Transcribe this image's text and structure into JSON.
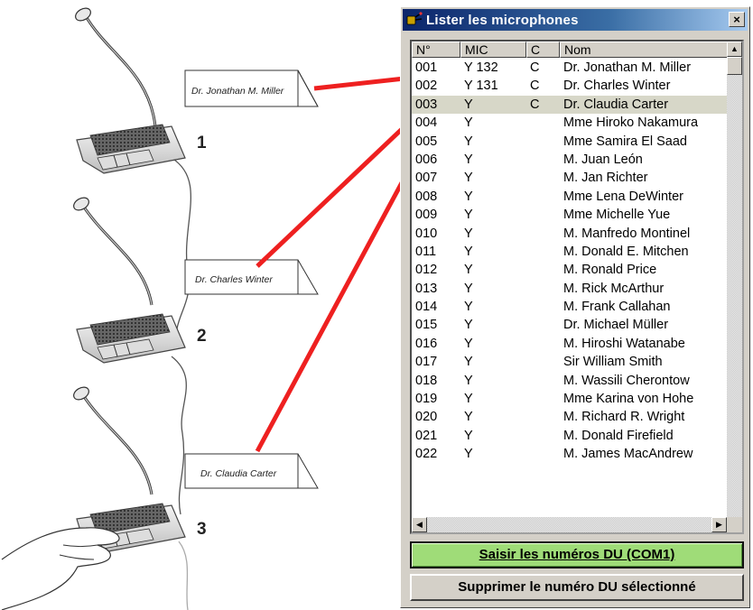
{
  "window": {
    "title": "Lister les microphones",
    "close_label": "×"
  },
  "list": {
    "headers": {
      "no": "N°",
      "mic": "MIC",
      "c": "C",
      "nom": "Nom"
    },
    "selected_index": 2,
    "rows": [
      {
        "no": "001",
        "mic": "Y  132",
        "c": "C",
        "nom": "Dr. Jonathan M. Miller"
      },
      {
        "no": "002",
        "mic": "Y  131",
        "c": "C",
        "nom": "Dr. Charles Winter"
      },
      {
        "no": "003",
        "mic": "Y",
        "c": "C",
        "nom": "Dr. Claudia Carter"
      },
      {
        "no": "004",
        "mic": "Y",
        "c": "",
        "nom": "Mme Hiroko Nakamura"
      },
      {
        "no": "005",
        "mic": "Y",
        "c": "",
        "nom": "Mme Samira El Saad"
      },
      {
        "no": "006",
        "mic": "Y",
        "c": "",
        "nom": "M. Juan León"
      },
      {
        "no": "007",
        "mic": "Y",
        "c": "",
        "nom": "M. Jan Richter"
      },
      {
        "no": "008",
        "mic": "Y",
        "c": "",
        "nom": "Mme Lena DeWinter"
      },
      {
        "no": "009",
        "mic": "Y",
        "c": "",
        "nom": "Mme Michelle Yue"
      },
      {
        "no": "010",
        "mic": "Y",
        "c": "",
        "nom": "M. Manfredo Montinel"
      },
      {
        "no": "011",
        "mic": "Y",
        "c": "",
        "nom": "M. Donald E. Mitchen"
      },
      {
        "no": "012",
        "mic": "Y",
        "c": "",
        "nom": "M. Ronald Price"
      },
      {
        "no": "013",
        "mic": "Y",
        "c": "",
        "nom": "M. Rick McArthur"
      },
      {
        "no": "014",
        "mic": "Y",
        "c": "",
        "nom": "M. Frank Callahan"
      },
      {
        "no": "015",
        "mic": "Y",
        "c": "",
        "nom": "Dr. Michael Müller"
      },
      {
        "no": "016",
        "mic": "Y",
        "c": "",
        "nom": "M. Hiroshi Watanabe"
      },
      {
        "no": "017",
        "mic": "Y",
        "c": "",
        "nom": "Sir William Smith"
      },
      {
        "no": "018",
        "mic": "Y",
        "c": "",
        "nom": "M. Wassili Cherontow"
      },
      {
        "no": "019",
        "mic": "Y",
        "c": "",
        "nom": "Mme Karina von Hohe"
      },
      {
        "no": "020",
        "mic": "Y",
        "c": "",
        "nom": "M. Richard R. Wright"
      },
      {
        "no": "021",
        "mic": "Y",
        "c": "",
        "nom": "M. Donald Firefield"
      },
      {
        "no": "022",
        "mic": "Y",
        "c": "",
        "nom": "M. James MacAndrew"
      }
    ]
  },
  "buttons": {
    "enter_du": "Saisir les numéros DU (COM1)",
    "delete_du": "Supprimer le numéro DU sélectionné"
  },
  "illustration": {
    "seats": [
      {
        "number": "1",
        "name_card": "Dr. Jonathan M. Miller"
      },
      {
        "number": "2",
        "name_card": "Dr. Charles Winter"
      },
      {
        "number": "3",
        "name_card": "Dr. Claudia Carter"
      }
    ]
  },
  "colors": {
    "arrow": "#ee2020",
    "title_start": "#0a246a",
    "title_end": "#a6caf0",
    "com_button": "#9fdc78",
    "selected_row": "#d7d7c8"
  }
}
